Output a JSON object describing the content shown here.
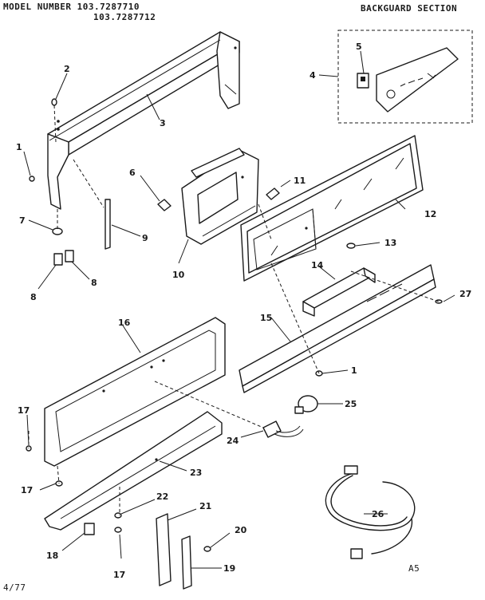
{
  "header": {
    "model_line1": "MODEL NUMBER 103.7287710",
    "model_line2": "103.7287712",
    "section_title": "BACKGUARD SECTION"
  },
  "footer": {
    "date": "4/77",
    "code": "A5"
  },
  "callouts": [
    "1",
    "2",
    "3",
    "4",
    "5",
    "6",
    "7",
    "8",
    "8",
    "9",
    "10",
    "11",
    "12",
    "13",
    "14",
    "15",
    "1",
    "16",
    "17",
    "17",
    "17",
    "18",
    "19",
    "20",
    "21",
    "22",
    "23",
    "24",
    "25",
    "26",
    "27"
  ]
}
